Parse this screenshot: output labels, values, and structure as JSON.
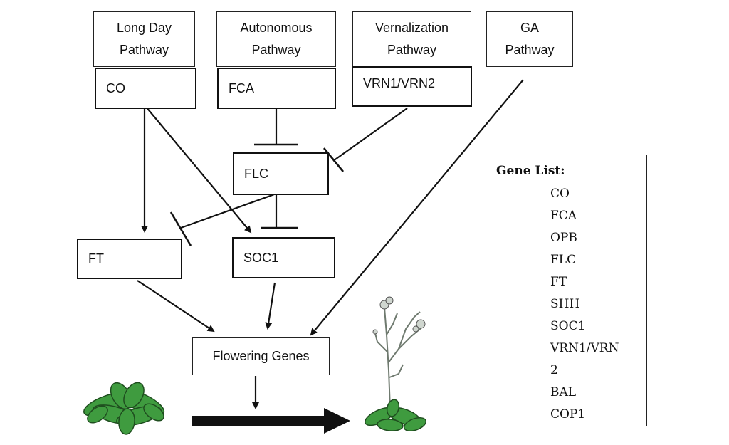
{
  "pathways": {
    "long_day": {
      "line1": "Long Day",
      "line2": "Pathway"
    },
    "autonomous": {
      "line1": "Autonomous",
      "line2": "Pathway"
    },
    "vernalization": {
      "line1": "Vernalization",
      "line2": "Pathway"
    },
    "ga": {
      "line1": "GA",
      "line2": "Pathway"
    }
  },
  "genes": {
    "co": "CO",
    "fca": "FCA",
    "vrn": "VRN1/VRN2",
    "flc": "FLC",
    "ft": "FT",
    "soc1": "SOC1",
    "flowering": "Flowering Genes"
  },
  "gene_list": {
    "title": "Gene List:",
    "items": [
      "CO",
      "FCA",
      "OPB",
      "FLC",
      "FT",
      "SHH",
      "SOC1",
      "VRN1/VRN",
      "2",
      "BAL",
      "COP1"
    ]
  },
  "colors": {
    "leaf": "#3f9b3f",
    "leaf_outline": "#1f4d1f",
    "line": "#111111"
  }
}
